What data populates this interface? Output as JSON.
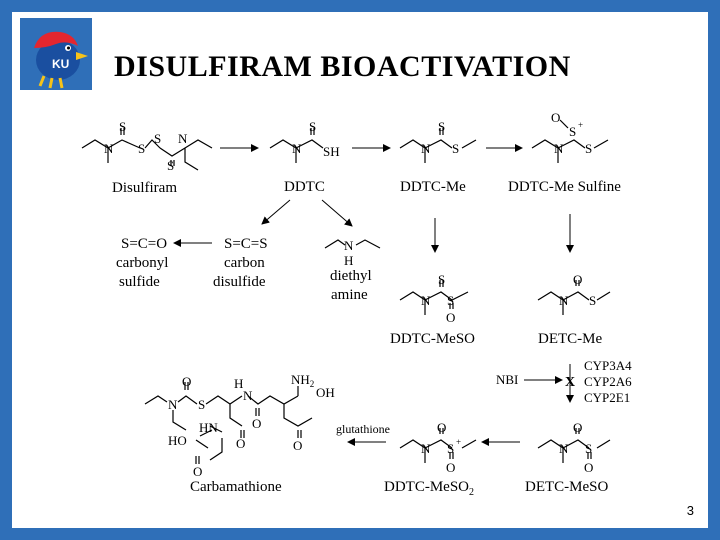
{
  "title": "DISULFIRAM BIOACTIVATION",
  "page_number": "3",
  "logo": {
    "text": "KU",
    "icon": "jayhawk-logo-icon"
  },
  "atoms": {
    "S": "S",
    "N": "N",
    "O": "O",
    "H": "H",
    "SH": "SH",
    "NH2": "NH",
    "NH2_sub": "2",
    "OH": "OH",
    "HN": "HN",
    "HO": "HO",
    "plus": "+",
    "eq": "="
  },
  "compounds": {
    "disulfiram": "Disulfiram",
    "ddtc": "DDTC",
    "ddtc_me": "DDTC-Me",
    "ddtc_me_sulfine": "DDTC-Me Sulfine",
    "cos_formula": "S=C=O",
    "cos_name_1": "carbonyl",
    "cos_name_2": "sulfide",
    "cs2_formula": "S=C=S",
    "cs2_name_1": "carbon",
    "cs2_name_2": "disulfide",
    "dea_name_1": "diethyl",
    "dea_name_2": "amine",
    "ddtc_meso": "DDTC-MeSO",
    "detc_me": "DETC-Me",
    "carbamathione": "Carbamathione",
    "ddtc_meso2": "DDTC-MeSO",
    "ddtc_meso2_sub": "2",
    "detc_meso": "DETC-MeSO"
  },
  "labels": {
    "enzymes": [
      "CYP3A4",
      "CYP2A6",
      "CYP2E1"
    ],
    "inhibitor": "NBI",
    "inhibition_mark": "X",
    "glutathione": "glutathione"
  }
}
